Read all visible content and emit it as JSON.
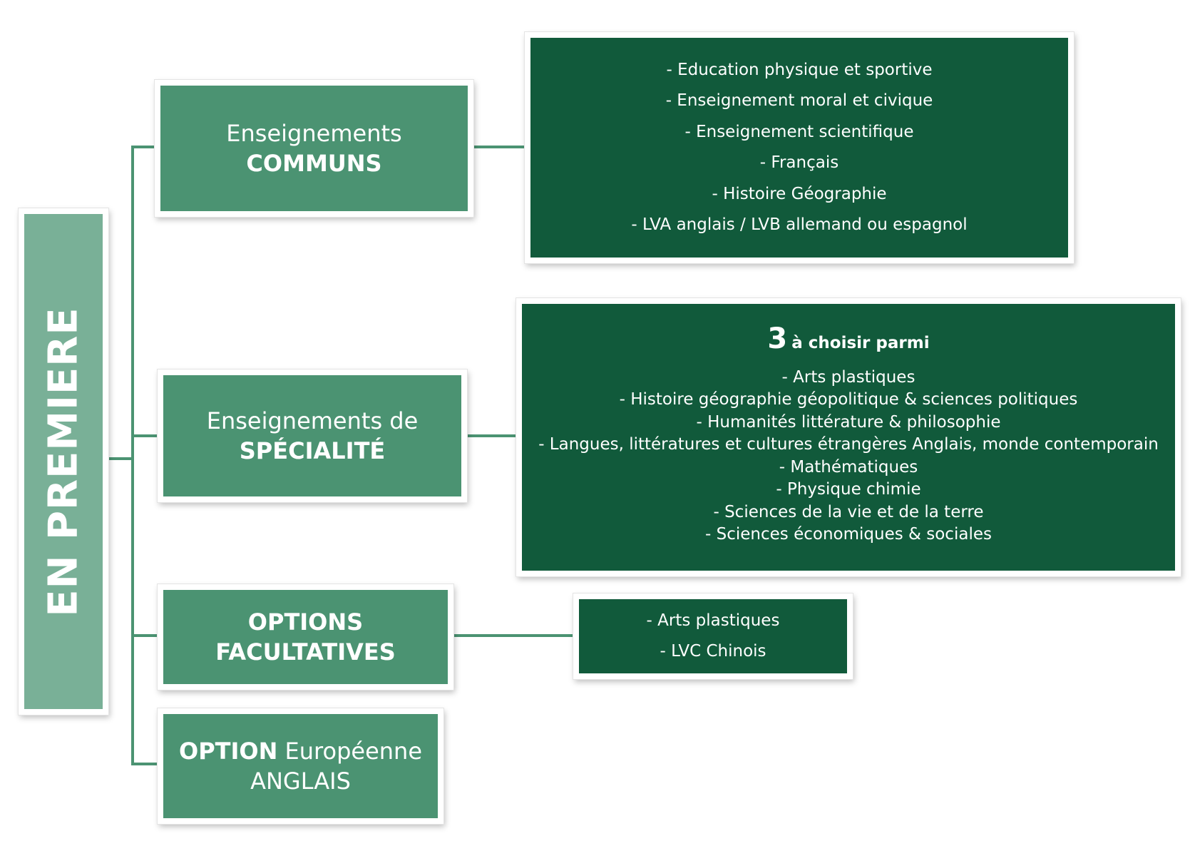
{
  "root": {
    "label": "EN PREMIERE"
  },
  "colors": {
    "root": "#79b097",
    "category": "#4b9372",
    "detail": "#115a3b",
    "connector": "#4b9372"
  },
  "communs": {
    "title_line1": "Enseignements",
    "title_line2": "COMMUNS",
    "items": [
      "- Education physique et sportive",
      "- Enseignement moral et civique",
      "- Enseignement scientifique",
      "- Français",
      "- Histoire Géographie",
      "- LVA anglais / LVB allemand ou espagnol"
    ]
  },
  "specialite": {
    "title_line1": "Enseignements de",
    "title_line2": "SPÉCIALITÉ",
    "choose_number": "3",
    "choose_text": "à choisir parmi",
    "items": [
      "- Arts plastiques",
      "- Histoire géographie géopolitique & sciences politiques",
      "- Humanités littérature & philosophie",
      "- Langues, littératures et cultures étrangères Anglais, monde contemporain",
      "- Mathématiques",
      "- Physique chimie",
      "- Sciences de la vie et de la terre",
      "- Sciences économiques & sociales"
    ]
  },
  "options": {
    "title_line1": "OPTIONS",
    "title_line2": "FACULTATIVES",
    "items": [
      "- Arts plastiques",
      "- LVC Chinois"
    ]
  },
  "europeenne": {
    "title_bold": "OPTION",
    "title_rest": "Européenne",
    "title_line2": "ANGLAIS"
  }
}
